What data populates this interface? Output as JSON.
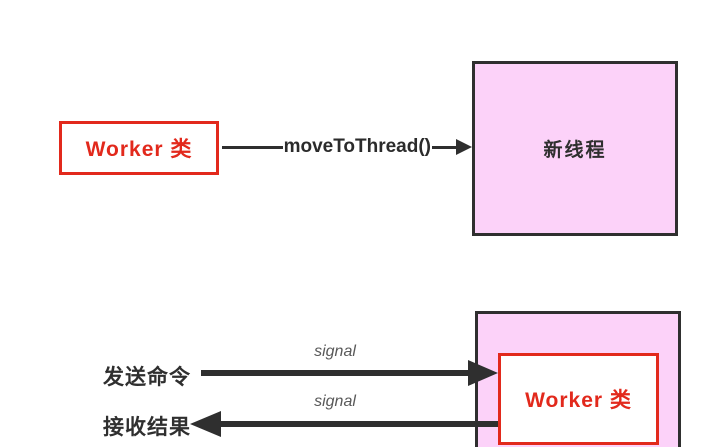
{
  "diagram": {
    "title_hint": "Qt worker thread moveToThread diagram",
    "top": {
      "worker_box_label": "Worker 类",
      "arrow_label": "moveToThread()",
      "thread_box_label": "新线程"
    },
    "bottom": {
      "send_label": "发送命令",
      "receive_label": "接收结果",
      "signal_send_label": "signal",
      "signal_receive_label": "signal",
      "worker_box_label": "Worker 类"
    },
    "colors": {
      "accent_red": "#e2291c",
      "box_pink": "#fcd2f9",
      "ink_dark": "#2f2f2f",
      "signal_gray": "#595959",
      "background": "#ffffff"
    }
  }
}
